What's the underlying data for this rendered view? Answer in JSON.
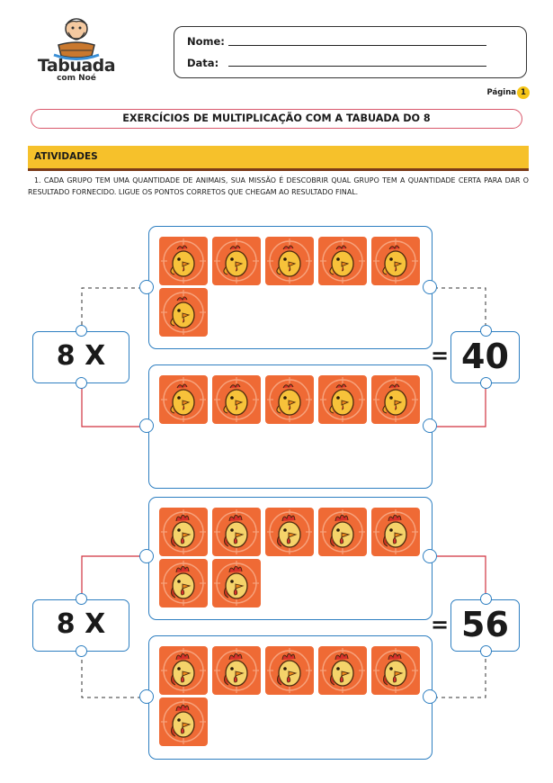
{
  "logo": {
    "title": "Tabuada",
    "subtitle": "com Noé"
  },
  "header": {
    "name_label": "Nome:",
    "date_label": "Data:",
    "page_label": "Página",
    "page_number": "1"
  },
  "title": "EXERCÍCIOS DE MULTIPLICAÇÃO COM A TABUADA DO 8",
  "section": "ATIVIDADES",
  "instructions": "1. CADA GRUPO TEM UMA QUANTIDADE DE ANIMAIS, SUA MISSÃO É DESCOBRIR QUAL GRUPO TEM A QUANTIDADE CERTA PARA DAR O RESULTADO FORNECIDO. LIGUE OS PONTOS CORRETOS QUE CHEGAM AO RESULTADO FINAL.",
  "exercises": [
    {
      "operator_text": "8 X",
      "equals": "=",
      "result": "40",
      "groups": [
        {
          "count": 6,
          "animal": "chick-icon",
          "connected": false
        },
        {
          "count": 5,
          "animal": "chick-icon",
          "connected": true
        }
      ]
    },
    {
      "operator_text": "8 X",
      "equals": "=",
      "result": "56",
      "groups": [
        {
          "count": 7,
          "animal": "rooster-icon",
          "connected": true
        },
        {
          "count": 6,
          "animal": "rooster-icon",
          "connected": false
        }
      ]
    }
  ],
  "colors": {
    "tile": "#ef6a35",
    "border": "#2e7fc1",
    "link": "#d0323f",
    "accent": "#f6c12b"
  }
}
